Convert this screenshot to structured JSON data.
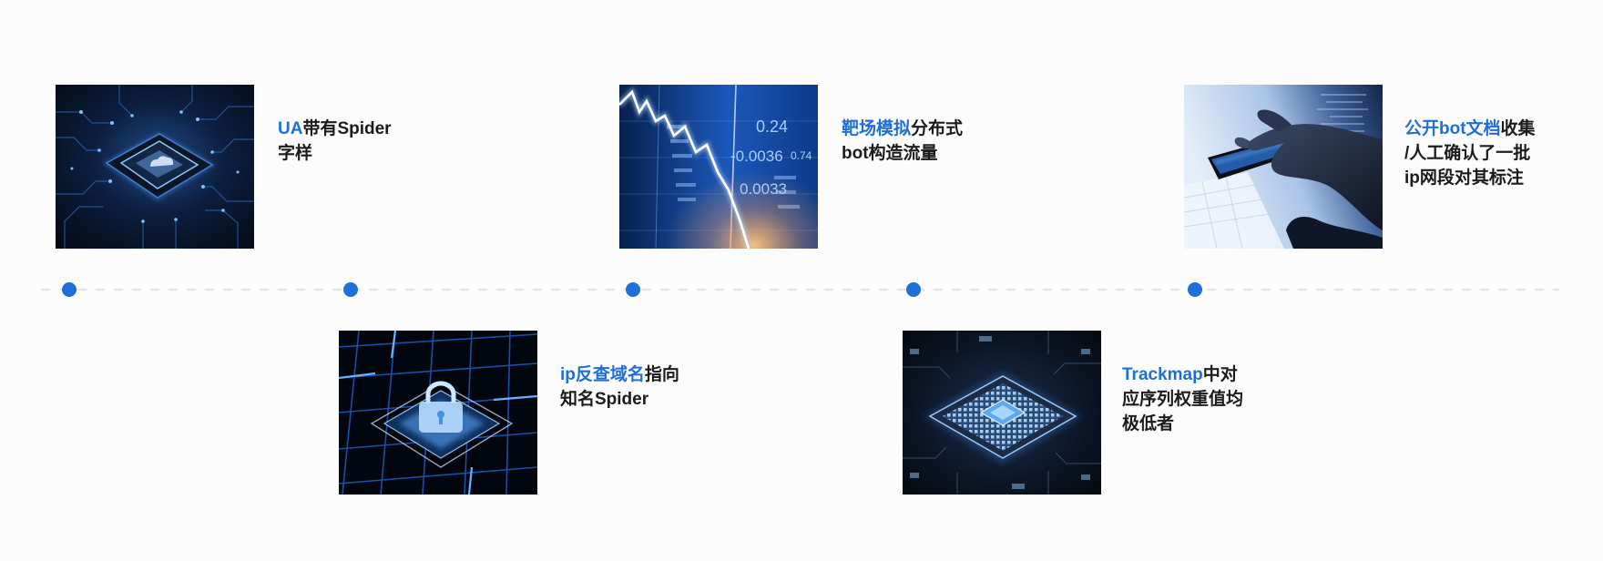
{
  "colors": {
    "accent": "#1f6fd8",
    "text": "#1b1b1b",
    "timeline_dot": "#1f6fd8",
    "timeline_line": "#e2e6ec",
    "background": "#fcfcfc"
  },
  "timeline": {
    "items": [
      {
        "image": "chip-circuit-photo",
        "lines": [
          {
            "highlight": "UA",
            "text": "带有Spider"
          },
          {
            "text": "字样"
          }
        ]
      },
      {
        "image": "lock-grid-photo",
        "lines": [
          {
            "highlight": "ip反查域名",
            "text": "指向"
          },
          {
            "text": "知名Spider"
          }
        ]
      },
      {
        "image": "market-chart-photo",
        "readouts": [
          "0.24",
          "-0.0036",
          "0.74",
          "0.0033"
        ],
        "lines": [
          {
            "highlight": "靶场模拟",
            "text": "分布式"
          },
          {
            "text": "bot构造流量"
          }
        ]
      },
      {
        "image": "processor-board-photo",
        "lines": [
          {
            "highlight": "Trackmap",
            "text": "中对"
          },
          {
            "text": "应序列权重值均"
          },
          {
            "text": "极低者"
          }
        ]
      },
      {
        "image": "hand-phone-photo",
        "lines": [
          {
            "highlight": "公开bot文档",
            "text": "收集"
          },
          {
            "text": "/人工确认了一批"
          },
          {
            "text": "ip网段对其标注"
          }
        ]
      }
    ]
  }
}
